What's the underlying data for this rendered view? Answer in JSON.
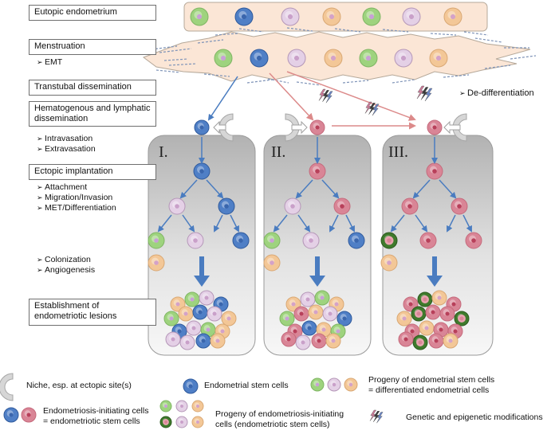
{
  "stages": [
    {
      "label": "Eutopic endometrium",
      "bullets": []
    },
    {
      "label": "Menstruation",
      "bullets": [
        "EMT"
      ]
    },
    {
      "label": "Transtubal dissemination",
      "bullets": []
    },
    {
      "label": "Hematogenous and lymphatic dissemination",
      "bullets": [
        "Intravasation",
        "Extravasation"
      ]
    },
    {
      "label": "Ectopic implantation",
      "bullets": [
        "Attachment",
        "Migration/Invasion",
        "MET/Differentiation",
        "Colonization",
        "Angiogenesis"
      ]
    },
    {
      "label": "Establishment of endometriotic lesions",
      "bullets": []
    }
  ],
  "annotation": "De-differentiation",
  "panels": [
    {
      "numeral": "I."
    },
    {
      "numeral": "II."
    },
    {
      "numeral": "III."
    }
  ],
  "legend": {
    "niche": "Niche, esp. at ectopic site(s)",
    "stem": "Endometrial stem cells",
    "progeny_line1": "Progeny of endometrial stem cells",
    "progeny_line2": "= differentiated endometrial cells",
    "initiating_line1": "Endometriosis-initiating cells",
    "initiating_line2": "= endometriotic stem cells",
    "initiating_progeny_line1": "Progeny of endometriosis-initiating",
    "initiating_progeny_line2": "cells (endometriotic stem cells)",
    "modifications": "Genetic and epigenetic modifications"
  },
  "colors": {
    "stem_blue": "#4f7fc6",
    "pink_red": "#d98596",
    "green": "#9ed37e",
    "lilac": "#e4d0e6",
    "peach": "#f3c797",
    "dark_green": "#3f7a2c",
    "arrow_blue": "#4a7cc0",
    "arrow_pink": "#dc8a8a",
    "tissue_fill": "#fbe6d6",
    "panel_gray": "#bdbdbd"
  }
}
